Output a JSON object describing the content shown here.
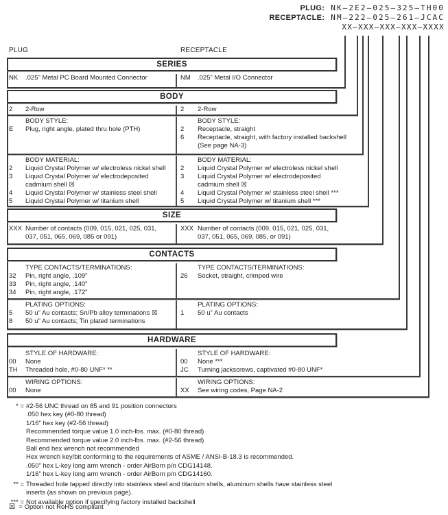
{
  "code_block": {
    "plug_label": "PLUG:",
    "plug_code": "NK–2E2–025–325–TH00",
    "receptacle_label": "RECEPTACLE:",
    "receptacle_code": "NM–222–025–261–JCAC",
    "mask_code": "XX–XXX–XXX–XXX–XXXX"
  },
  "column_labels": {
    "left": "PLUG",
    "right": "RECEPTACLE"
  },
  "sections": {
    "series": {
      "title": "SERIES",
      "left": {
        "rows": [
          {
            "code": "NK",
            "desc": ".025\" Metal PC Board Mounted Connector"
          }
        ]
      },
      "right": {
        "rows": [
          {
            "code": "NM",
            "desc": ".025\" Metal I/O Connector"
          }
        ]
      }
    },
    "body": {
      "title": "BODY",
      "row": {
        "left": {
          "code": "2",
          "desc": "2-Row"
        },
        "right": {
          "code": "2",
          "desc": "2-Row"
        }
      },
      "style": {
        "left": {
          "header": "BODY STYLE:",
          "rows": [
            {
              "code": "E",
              "desc": "Plug, right angle, plated thru hole (PTH)"
            }
          ]
        },
        "right": {
          "header": "BODY STYLE:",
          "rows": [
            {
              "code": "2",
              "desc": "Receptacle, straight"
            },
            {
              "code": "6",
              "desc": "Receptacle, straight, with factory installed backshell\n(See page NA-3)"
            }
          ]
        }
      },
      "material": {
        "left": {
          "header": "BODY MATERIAL:",
          "rows": [
            {
              "code": "2",
              "desc": "Liquid Crystal Polymer w/ electroless nickel shell"
            },
            {
              "code": "3",
              "desc": "Liquid Crystal Polymer w/ electrodeposited\ncadmium shell  ☒"
            },
            {
              "code": "4",
              "desc": "Liquid Crystal Polymer w/ stainless steel shell"
            },
            {
              "code": "5",
              "desc": "Liquid Crystal Polymer w/ titanium shell"
            }
          ]
        },
        "right": {
          "header": "BODY MATERIAL:",
          "rows": [
            {
              "code": "2",
              "desc": "Liquid Crystal Polymer w/ electroless nickel shell"
            },
            {
              "code": "3",
              "desc": "Liquid Crystal Polymer w/ electrodeposited\ncadmium shell  ☒"
            },
            {
              "code": "4",
              "desc": "Liquid Crystal Polymer w/ stainless steel shell ***"
            },
            {
              "code": "5",
              "desc": "Liquid Crystal Polymer w/ titanium shell ***"
            }
          ]
        }
      }
    },
    "size": {
      "title": "SIZE",
      "left": {
        "rows": [
          {
            "code": "XXX",
            "desc": "Number of contacts (009, 015, 021, 025, 031,\n037, 051, 065, 069, 085 or 091)"
          }
        ]
      },
      "right": {
        "rows": [
          {
            "code": "XXX",
            "desc": "Number of contacts (009, 015, 021, 025, 031,\n037, 051, 065, 069, 085, or 091)"
          }
        ]
      }
    },
    "contacts": {
      "title": "CONTACTS",
      "type": {
        "left": {
          "header": "TYPE CONTACTS/TERMINATIONS:",
          "rows": [
            {
              "code": "32",
              "desc": "Pin, right angle, .109\""
            },
            {
              "code": "33",
              "desc": "Pin, right angle, .140\""
            },
            {
              "code": "34",
              "desc": "Pin, right angle, .172\""
            }
          ]
        },
        "right": {
          "header": "TYPE CONTACTS/TERMINATIONS:",
          "rows": [
            {
              "code": "26",
              "desc": "Socket, straight, crimped wire"
            }
          ]
        }
      },
      "plating": {
        "left": {
          "header": "PLATING OPTIONS:",
          "rows": [
            {
              "code": "5",
              "desc": "50 u\" Au contacts; Sn/Pb alloy terminations  ☒"
            },
            {
              "code": "8",
              "desc": "50 u\" Au contacts; Tin plated terminations"
            }
          ]
        },
        "right": {
          "header": "PLATING OPTIONS:",
          "rows": [
            {
              "code": "1",
              "desc": "50 u\" Au contacts"
            }
          ]
        }
      }
    },
    "hardware": {
      "title": "HARDWARE",
      "style": {
        "left": {
          "header": "STYLE OF HARDWARE:",
          "rows": [
            {
              "code": "00",
              "desc": "None"
            },
            {
              "code": "TH",
              "desc": "Threaded hole, #0-80 UNF*  **"
            }
          ]
        },
        "right": {
          "header": "STYLE OF HARDWARE:",
          "rows": [
            {
              "code": "00",
              "desc": "None ***"
            },
            {
              "code": "JC",
              "desc": "Turning jackscrews, captivated #0-80 UNF*"
            }
          ]
        }
      },
      "wiring": {
        "left": {
          "header": "WIRING OPTIONS:",
          "rows": [
            {
              "code": "00",
              "desc": "None"
            }
          ]
        },
        "right": {
          "header": "WIRING OPTIONS:",
          "rows": [
            {
              "code": "XX",
              "desc": "See wiring codes, Page NA-2"
            }
          ]
        }
      }
    }
  },
  "footnotes": [
    {
      "marker": "* =",
      "text": "#2-56 UNC thread on 85 and 91 position connectors"
    },
    {
      "marker": "",
      "text": ".050 hex key (#0-80 thread)"
    },
    {
      "marker": "",
      "text": "1/16\" hex key (#2-56 thread)"
    },
    {
      "marker": "",
      "text": "Recommended torque value 1.0 inch-lbs. max. (#0-80 thread)"
    },
    {
      "marker": "",
      "text": "Recommended torque value 2.0 inch-lbs. max. (#2-56 thread)"
    },
    {
      "marker": "",
      "text": "Ball end hex wrench not recommended"
    },
    {
      "marker": "",
      "text": "Hex wrench key/bit conforming to the requirements of ASME / ANSI-B-18.3 is recommended."
    },
    {
      "marker": "",
      "text": ".050\" hex L-key long arm wrench - order AirBorn p/n CDG14148."
    },
    {
      "marker": "",
      "text": "1/16\" hex L-key long arm wrench - order AirBorn p/n CDG14160."
    },
    {
      "marker": "** =",
      "text": "Threaded hole tapped directly into stainless steel and titanium shells, aluminum shells have stainless steel\ninserts (as shown on previous page)."
    },
    {
      "marker": "*** =",
      "text": "Not available option if specifying factory installed backshell"
    }
  ],
  "rohs": {
    "symbol": "☒",
    "text": "= Option not RoHS compliant"
  },
  "colors": {
    "text": "#1d1d1d",
    "line": "#3a3a3a",
    "background": "#ffffff"
  }
}
